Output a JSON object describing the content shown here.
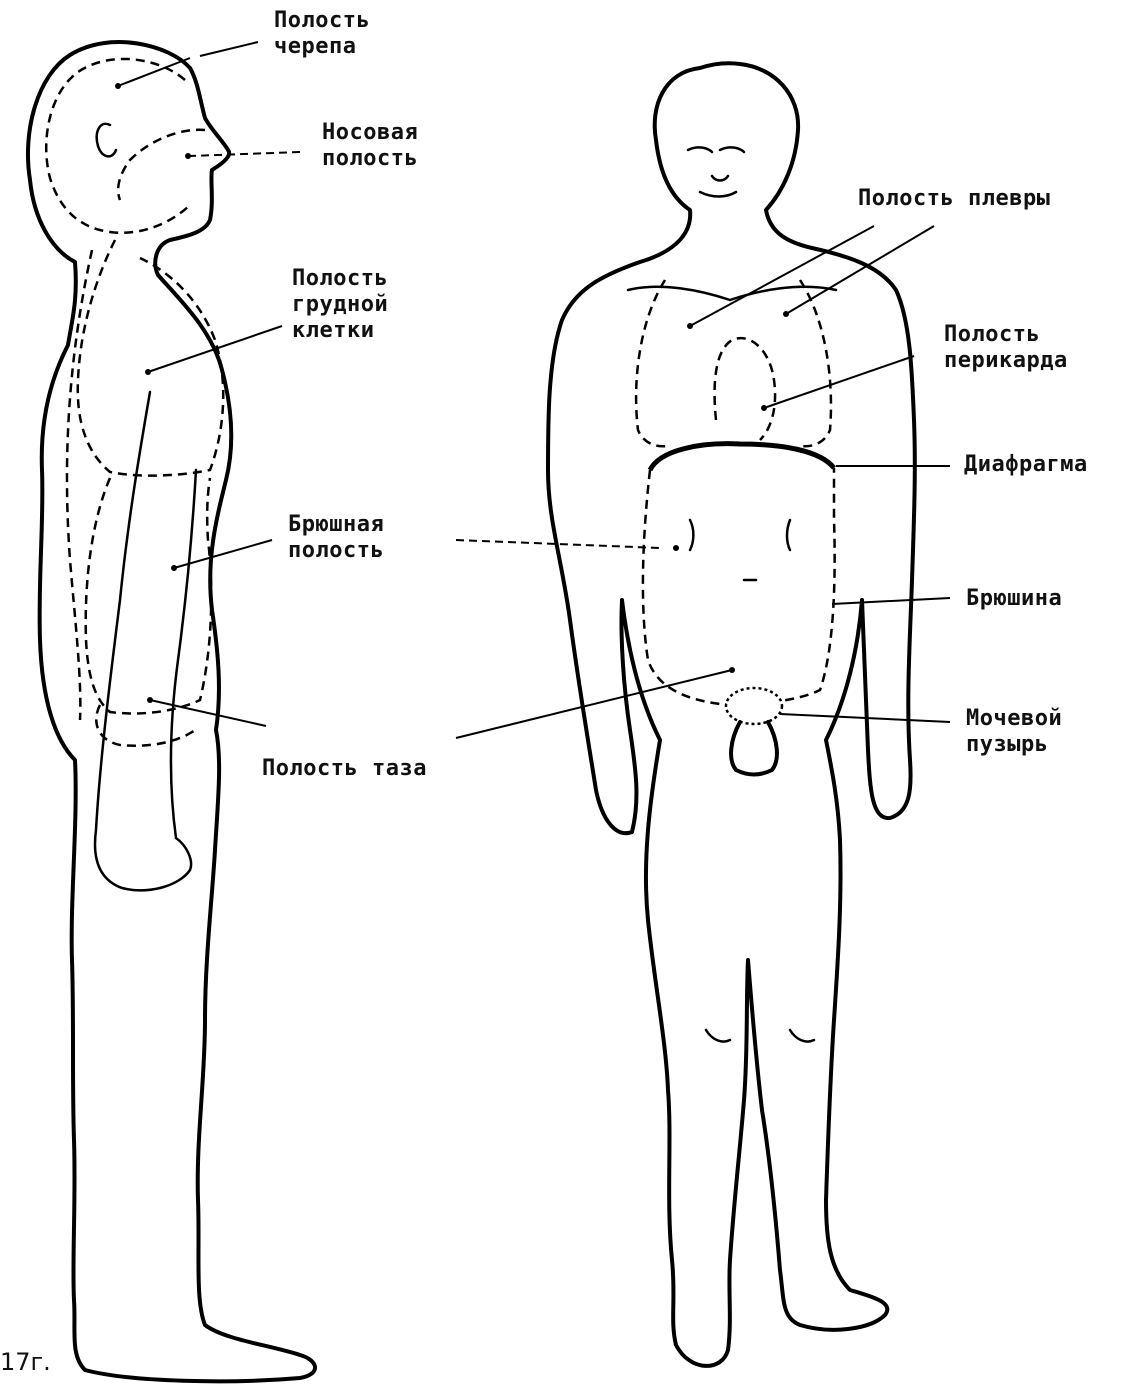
{
  "labels": {
    "cranial_cavity": [
      "Полость",
      "черепа"
    ],
    "nasal_cavity": [
      "Носовая",
      "полость"
    ],
    "thoracic_cavity": [
      "Полость",
      "грудной",
      "клетки"
    ],
    "abdominal_cavity": [
      "Брюшная",
      "полость"
    ],
    "pelvic_cavity": "Полость таза",
    "pleural_cavity": "Полость плевры",
    "pericardial_cavity": [
      "Полость",
      "перикарда"
    ],
    "diaphragm": "Диафрагма",
    "peritoneum": "Брюшина",
    "bladder": [
      "Мочевой",
      "пузырь"
    ]
  },
  "corner_text": "17г."
}
